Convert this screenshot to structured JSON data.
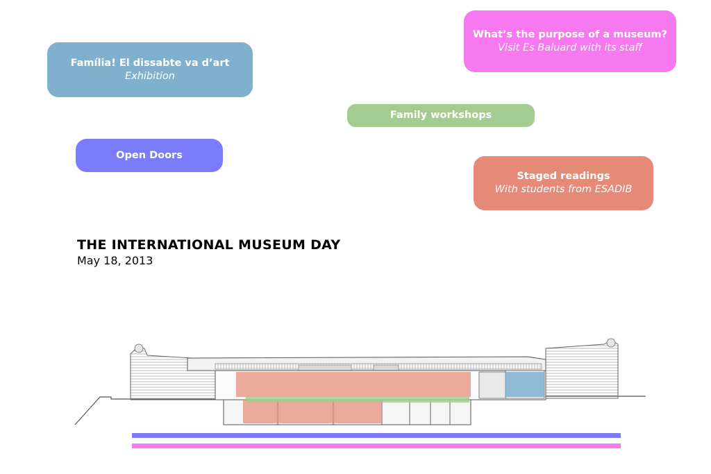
{
  "activities": {
    "familia": {
      "title": "Família! El dissabte va d’art",
      "subtitle": "Exhibition",
      "color": "#7fb1cf"
    },
    "purpose": {
      "title": "What’s the purpose of a museum?",
      "subtitle": "Visit Es Baluard with its staff",
      "color": "#f779ef"
    },
    "workshops": {
      "title": "Family workshops",
      "color": "#a3cd90"
    },
    "open_doors": {
      "title": "Open Doors",
      "color": "#7a7cfa"
    },
    "staged": {
      "title": "Staged readings",
      "subtitle": "With students from ESADIB",
      "color": "#e68a78"
    }
  },
  "event": {
    "title": "THE INTERNATIONAL MUSEUM DAY",
    "date": "May 18, 2013"
  },
  "drawing_icons": [
    "museum-section-drawing"
  ]
}
